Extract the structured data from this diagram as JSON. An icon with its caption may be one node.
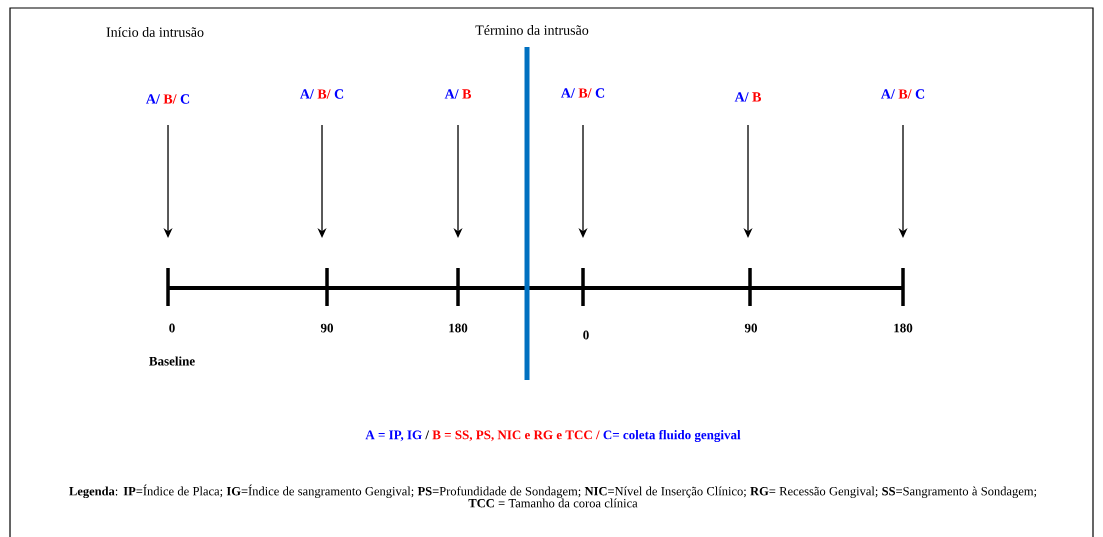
{
  "diagram": {
    "caption": "**Legenda**: **IP**=Índice de Placa; **IG**=Índice de sangramento Gengival; **PS**=Profundidade de Sondagem; **NIC**=Nível de Inserção Clínico; **RG**= Recessão Gengival; **SS**=Sangramento à Sondagem; **TCC** = Tamanho da coroa clínica",
    "nodes": [
      {
        "text": [
          "A/",
          "B/",
          "C"
        ]
      },
      {
        "text": [
          "A/",
          "B/",
          "C"
        ]
      },
      {
        "text": [
          "A/",
          "B"
        ]
      },
      {
        "text": [
          "A/",
          "B/",
          "C"
        ]
      },
      {
        "text": [
          "A/",
          "B"
        ]
      },
      {
        "text": [
          "A/",
          "B/",
          "C"
        ]
      }
    ],
    "edges": [
      {
        "from": 0,
        "to": null,
        "arrow": "to"
      },
      {
        "from": 1,
        "to": null,
        "arrow": "to"
      },
      {
        "from": 2,
        "to": null,
        "arrow": "to"
      },
      {
        "from": 3,
        "to": null,
        "arrow": "to"
      },
      {
        "from": 4,
        "to": null,
        "arrow": "to"
      },
      {
        "from": 5,
        "to": null,
        "arrow": "to"
      }
    ],
    "labels": [
      "Início da intrusão",
      "Término da intrusão",
      "0",
      "90",
      "180",
      "0",
      "90",
      "180",
      "Baseline",
      "A = IP, IG",
      "/",
      "B = SS, PS, NIC e RG e TCC /",
      "C= coleta fluido gengival"
    ]
  }
}
